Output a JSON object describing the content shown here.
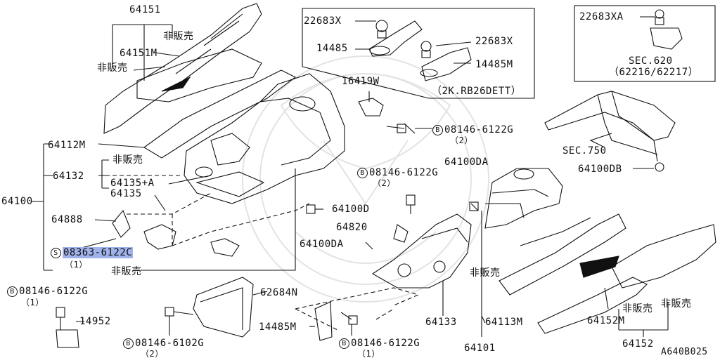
{
  "parts": {
    "p64151": "64151",
    "p64151M": "64151M",
    "notsold_a": "非販売",
    "notsold_b": "非販売",
    "p64112M": "64112M",
    "p64132": "64132",
    "notsold_c": "非販売",
    "p64135A": "64135+A",
    "p64135": "64135",
    "p64100": "64100",
    "p64888": "64888",
    "p08363": "08363-6122C",
    "p08363_qty": "（1）",
    "notsold_d": "非販売",
    "p08146_left": "08146-6122G",
    "p08146_left_qty": "（1）",
    "p14952": "14952",
    "p08146_6102": "08146-6102G",
    "p08146_6102_qty": "（2）",
    "p62684N": "62684N",
    "p14485M_lower": "14485M",
    "p08146_bottom": "08146-6122G",
    "p08146_bottom_qty": "（1）",
    "p64133": "64133",
    "p64113M": "64113M",
    "p64101": "64101",
    "notsold_e": "非販売",
    "p64100D": "64100D",
    "p64820": "64820",
    "p64100DA_left": "64100DA",
    "p08146_mid": "08146-6122G",
    "p08146_mid_qty": "（2）",
    "p16419W": "16419W",
    "p08146_top": "08146-6122G",
    "p08146_top_qty": "（2）",
    "p64100DA_right": "64100DA",
    "p64152M": "64152M",
    "p64152": "64152",
    "notsold_f": "非販売",
    "notsold_g": "非販売",
    "sec750": "SEC.750",
    "p64100DB": "64100DB",
    "ref_symbol_b": "B",
    "ref_symbol_s": "S"
  },
  "inset_engine": {
    "p22683X_1": "22683X",
    "p14485": "14485",
    "p22683X_2": "22683X",
    "p14485M": "14485M",
    "note": "（2K.RB26DETT）"
  },
  "inset_sec620": {
    "p22683XA": "22683XA",
    "sec620": "SEC.620",
    "sec620_refs": "（62216/62217）"
  },
  "diagram_code": "A640B025",
  "colors": {
    "highlight": "#9fb2ea",
    "ink": "#111111",
    "watermark": "#e6e6e6"
  }
}
